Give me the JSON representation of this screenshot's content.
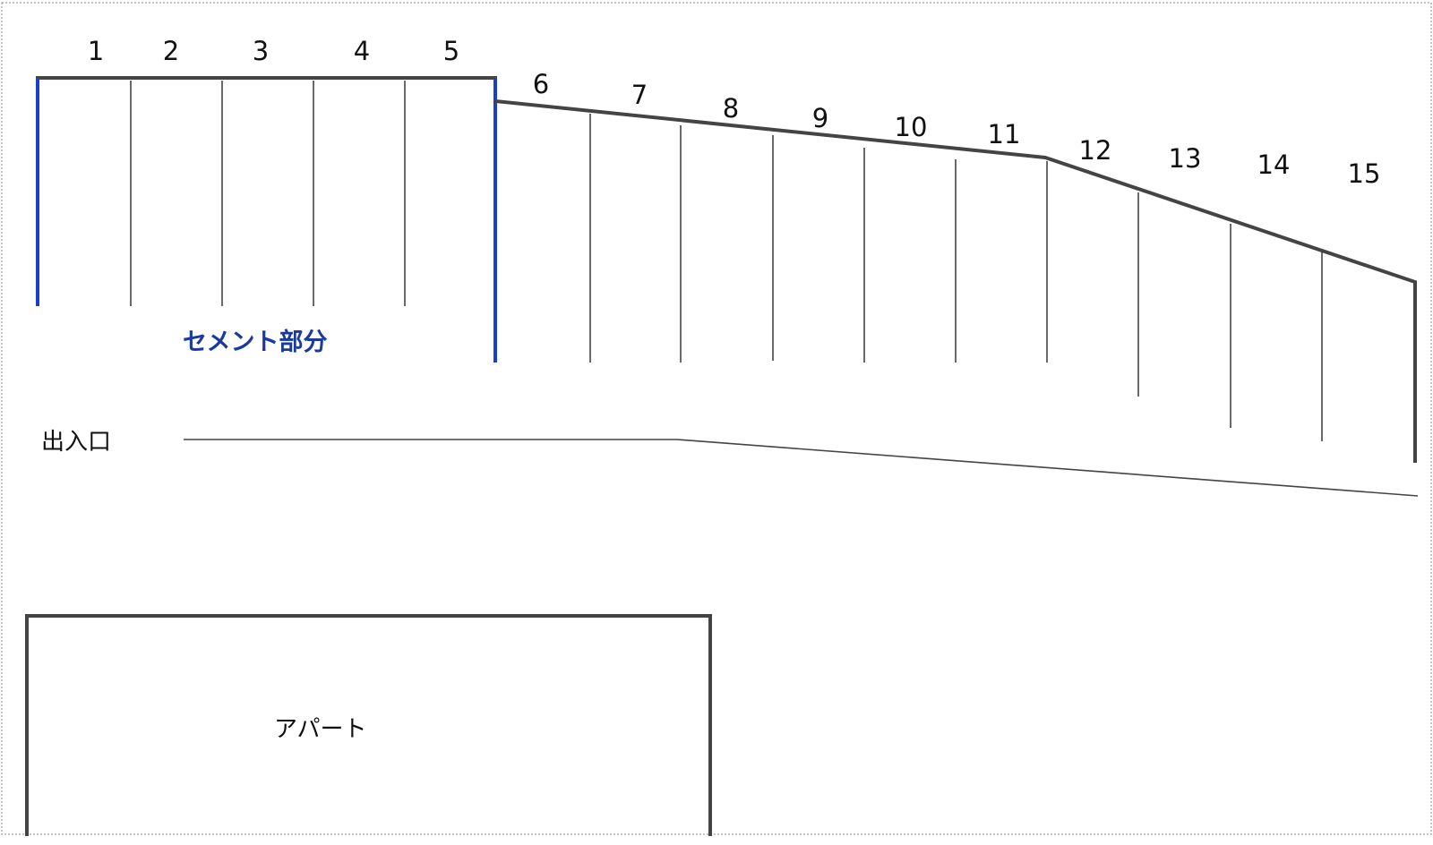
{
  "slots": [
    "1",
    "2",
    "3",
    "4",
    "5",
    "6",
    "7",
    "8",
    "9",
    "10",
    "11",
    "12",
    "13",
    "14",
    "15"
  ],
  "labels": {
    "cement_area": "セメント部分",
    "entrance": "出入口",
    "apartment": "アパート"
  },
  "colors": {
    "line": "#444444",
    "cement_boundary": "#1a3fcc",
    "cement_label": "#1a3aa0",
    "text": "#111111"
  }
}
